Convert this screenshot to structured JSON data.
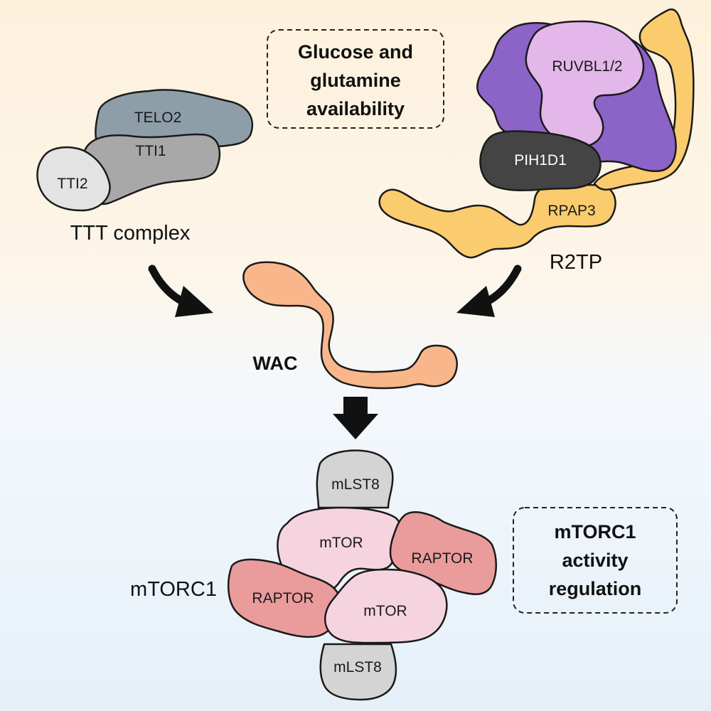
{
  "conditions_box": {
    "line1": "Glucose and",
    "line2": "glutamine",
    "line3": "availability"
  },
  "regulation_box": {
    "line1": "mTORC1",
    "line2": "activity",
    "line3": "regulation"
  },
  "ttt": {
    "label": "TTT complex",
    "telo2": "TELO2",
    "tti1": "TTI1",
    "tti2": "TTI2"
  },
  "r2tp": {
    "label": "R2TP",
    "ruvbl": "RUVBL1/2",
    "pih1d1": "PIH1D1",
    "rpap3": "RPAP3"
  },
  "wac": {
    "label": "WAC"
  },
  "mtorc1": {
    "label": "mTORC1",
    "mlst8_top": "mLST8",
    "mlst8_bottom": "mLST8",
    "mtor_top": "mTOR",
    "mtor_bottom": "mTOR",
    "raptor_right": "RAPTOR",
    "raptor_left": "RAPTOR"
  },
  "colors": {
    "telo2": "#8d9ea8",
    "tti1": "#a8a8a8",
    "tti2": "#e3e3e3",
    "ruvbl_dark": "#8c63c6",
    "ruvbl_light": "#e3b7e9",
    "pih1d1": "#444444",
    "rpap3": "#fbcc6d",
    "wac": "#f9b68b",
    "mlst8": "#d4d4d4",
    "mtor": "#f6d4df",
    "raptor": "#ea9c9d"
  }
}
